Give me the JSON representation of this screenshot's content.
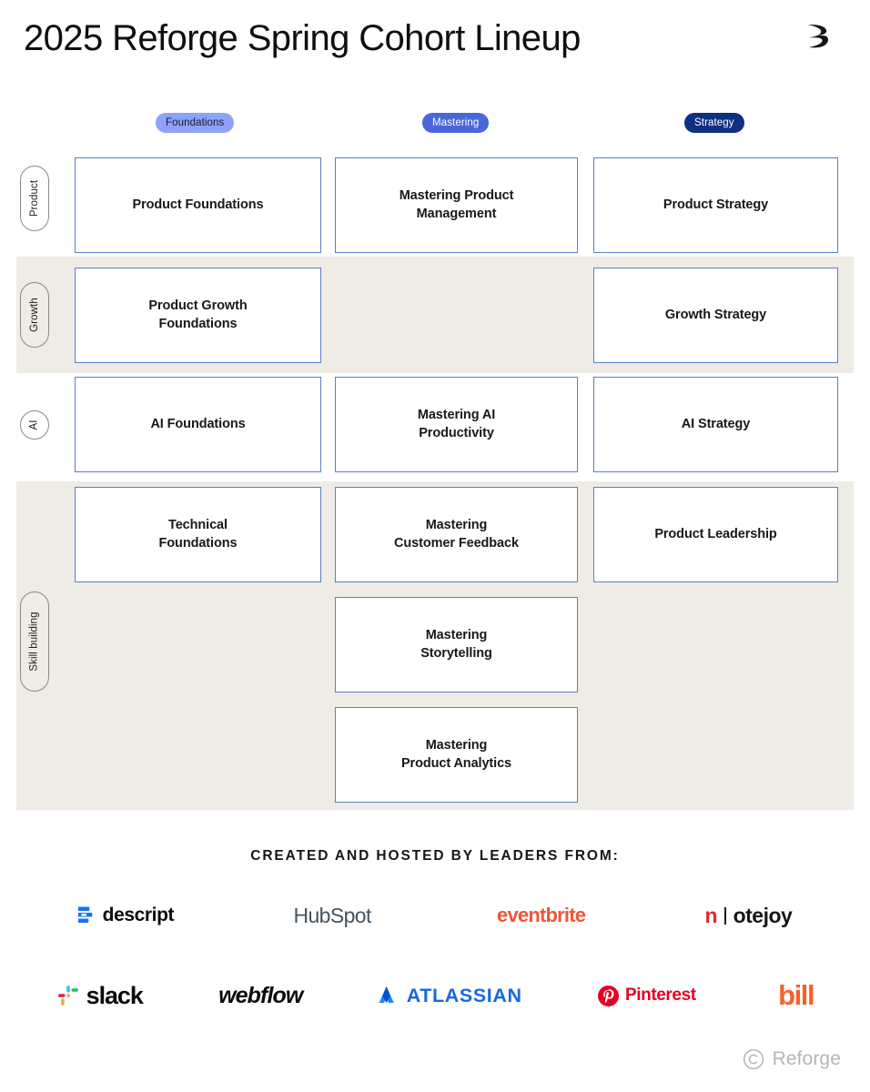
{
  "header": {
    "title": "2025 Reforge Spring Cohort Lineup",
    "logo_icon": "reforge-logo-icon"
  },
  "columns": [
    {
      "label": "Foundations",
      "bg": "#8da2fb",
      "fg": "#1a1a2e"
    },
    {
      "label": "Mastering",
      "bg": "#4a66d8",
      "fg": "#ffffff"
    },
    {
      "label": "Strategy",
      "bg": "#0f2f80",
      "fg": "#ffffff"
    }
  ],
  "rows": [
    {
      "label": "Product",
      "striped": false
    },
    {
      "label": "Growth",
      "striped": true
    },
    {
      "label": "AI",
      "striped": false
    },
    {
      "label": "Skill building",
      "striped": true
    }
  ],
  "cards": {
    "product_foundations": "Product Foundations",
    "mastering_product_management": "Mastering Product\nManagement",
    "product_strategy": "Product Strategy",
    "product_growth_foundations": "Product Growth\nFoundations",
    "growth_strategy": "Growth Strategy",
    "ai_foundations": "AI Foundations",
    "mastering_ai_productivity": "Mastering AI\nProductivity",
    "ai_strategy": "AI Strategy",
    "technical_foundations": "Technical\nFoundations",
    "mastering_customer_feedback": "Mastering\nCustomer Feedback",
    "product_leadership": "Product Leadership",
    "mastering_storytelling": "Mastering\nStorytelling",
    "mastering_product_analytics": "Mastering\nProduct Analytics"
  },
  "logos_section": {
    "heading": "CREATED AND HOSTED BY LEADERS FROM:",
    "row_a": [
      {
        "name": "descript",
        "text": "descript"
      },
      {
        "name": "hubspot",
        "text": "HubSpot"
      },
      {
        "name": "eventbrite",
        "text": "eventbrite"
      },
      {
        "name": "notejoy",
        "text": "n",
        "text2": "otejoy"
      }
    ],
    "row_b": [
      {
        "name": "slack",
        "text": "slack"
      },
      {
        "name": "webflow",
        "text": "webflow"
      },
      {
        "name": "atlassian",
        "text": "ATLASSIAN"
      },
      {
        "name": "pinterest",
        "text": "Pinterest"
      },
      {
        "name": "bill",
        "text": "bill"
      }
    ]
  },
  "footer": {
    "copyright_icon": "copyright-icon",
    "brand": "Reforge"
  },
  "theme": {
    "card_border": "#5b7fc7",
    "band_bg": "#efece6",
    "page_bg": "#ffffff"
  }
}
